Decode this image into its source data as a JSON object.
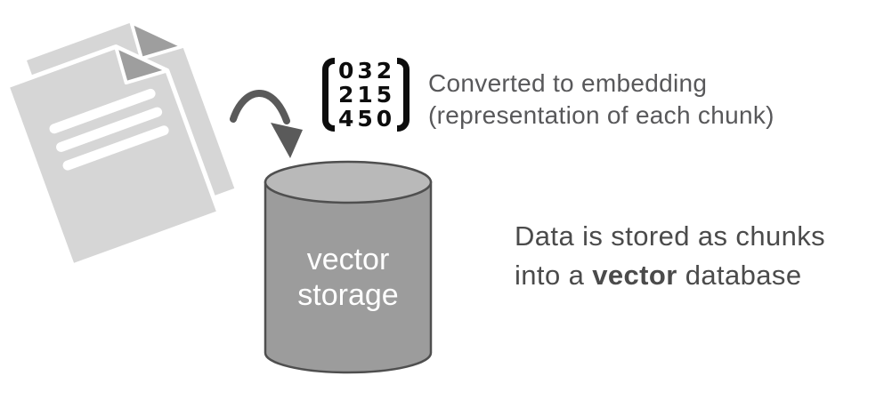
{
  "palette": {
    "bg": "#ffffff",
    "white": "#ffffff",
    "doc-gray": "#d6d6d6",
    "fold-gray": "#9e9e9e",
    "arrow-gray": "#5a5a5a",
    "cyl-body": "#9c9c9c",
    "cyl-top": "#b9b9b9",
    "cyl-outline": "#4f4f4f",
    "icon-black": "#0d0d0d",
    "caption-gray": "#58585a",
    "text-dark": "#4b4b4b"
  },
  "diagram": {
    "documents": {
      "pages": 2,
      "text_lines": 3
    },
    "embedding_icon": {
      "rows": [
        "032",
        "215",
        "450"
      ]
    },
    "embedding_caption": {
      "line1": "Converted to embedding",
      "line2": "(representation of each chunk)"
    },
    "cylinder": {
      "label_line1": "vector",
      "label_line2": "storage"
    },
    "storage_caption": {
      "line1": "Data is stored as chunks",
      "line2_prefix": "into a ",
      "line2_bold": "vector",
      "line2_suffix": " database"
    }
  }
}
